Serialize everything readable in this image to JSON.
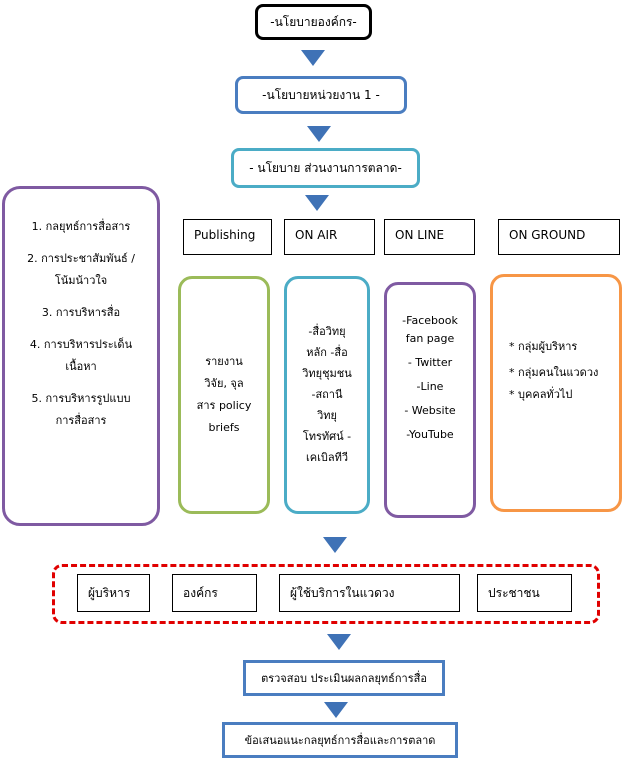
{
  "top": {
    "policy_org": "-นโยบายองค์กร-",
    "policy_unit": "-นโยบายหน่วยงาน 1 -",
    "policy_marketing": "- นโยบาย  ส่วนงานการตลาด-"
  },
  "strategies": [
    "1. กลยุทธ์การสื่อสาร",
    "2. การประชาสัมพันธ์ /",
    "โน้มน้าวใจ",
    "3. การบริหารสื่อ",
    "4. การบริหารประเด็น",
    "เนื้อหา",
    "5. การบริหารรูปแบบ",
    "การสื่อสาร"
  ],
  "channels": {
    "publishing": {
      "label": "Publishing",
      "items": [
        "รายงาน",
        "วิจัย, จุล",
        "สาร policy",
        "briefs"
      ]
    },
    "on_air": {
      "label": "ON AIR",
      "items": [
        "-สื่อวิทยุ",
        "หลัก -สื่อ",
        "วิทยุชุมชน",
        "-สถานี",
        "วิทยุ",
        "โทรทัศน์ -",
        "เคเบิลทีวี"
      ]
    },
    "on_line": {
      "label": "ON LINE",
      "items": [
        "-Facebook",
        "fan page",
        "- Twitter",
        "-Line",
        "- Website",
        "-YouTube"
      ]
    },
    "on_ground": {
      "label": "ON GROUND",
      "items": [
        "* กลุ่มผู้บริหาร",
        "* กลุ่มคนในแวดวง",
        "* บุคคลทั่วไป"
      ]
    }
  },
  "audiences": [
    "ผู้บริหาร",
    "องค์กร",
    "ผู้ใช้บริการในแวดวง",
    "ประชาชน"
  ],
  "bottom": {
    "evaluate": "ตรวจสอบ ประเมินผลกลยุทธ์การสื่อ",
    "recommend": "ข้อเสนอแนะกลยุทธ์การสื่อและการตลาด"
  },
  "colors": {
    "arrow": "#3f72b6",
    "blue_box": "#4a7dc0",
    "cyan_box": "#4bacc6",
    "purple_box": "#7f5aa2",
    "green_box": "#9bbb59",
    "orange_box": "#f79646",
    "red_dashed": "#e00000"
  }
}
